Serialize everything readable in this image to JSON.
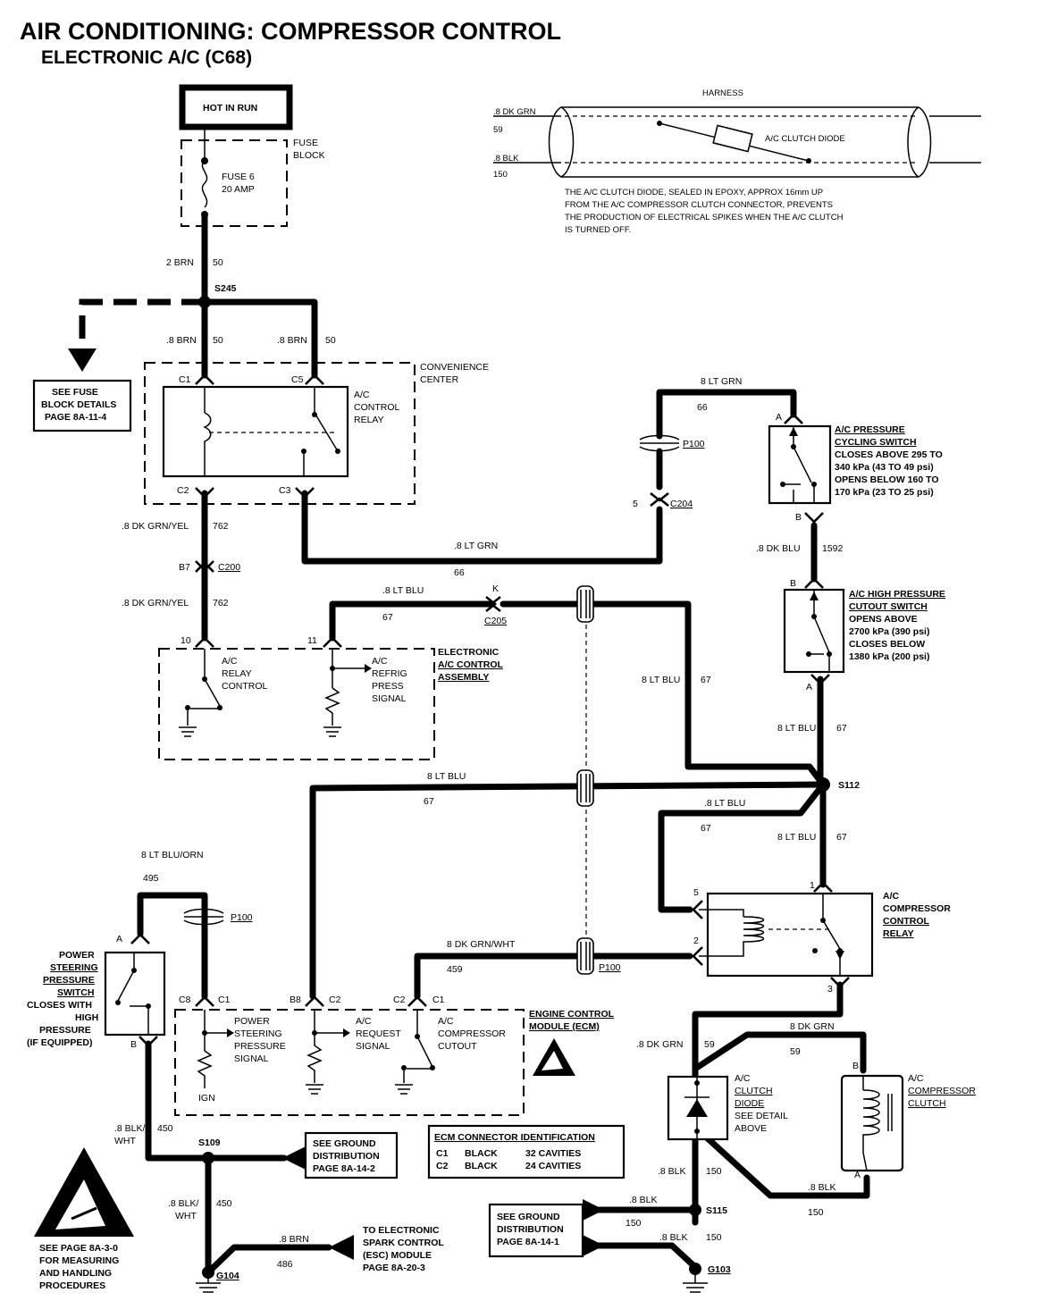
{
  "header": {
    "title": "AIR CONDITIONING:  COMPRESSOR CONTROL",
    "subtitle": "ELECTRONIC A/C (C68)"
  },
  "detail": {
    "harness": "HARNESS",
    "wire1": ".8 DK GRN",
    "wire1_circuit": "59",
    "wire2": ".8 BLK",
    "wire2_circuit": "150",
    "diode": "A/C CLUTCH DIODE",
    "note_lines": [
      "THE A/C CLUTCH DIODE, SEALED IN EPOXY, APPROX 16mm UP",
      "FROM THE A/C COMPRESSOR CLUTCH CONNECTOR, PREVENTS",
      "THE PRODUCTION OF ELECTRICAL SPIKES WHEN THE A/C CLUTCH",
      "IS TURNED OFF."
    ]
  },
  "power": {
    "hot": "HOT IN RUN",
    "fuse_block": [
      "FUSE",
      "BLOCK"
    ],
    "fuse": [
      "FUSE 6",
      "20 AMP"
    ]
  },
  "see_boxes": {
    "fuse_details": [
      "SEE FUSE",
      "BLOCK DETAILS",
      "PAGE 8A-11-4"
    ],
    "ground_1": [
      "SEE GROUND",
      "DISTRIBUTION",
      "PAGE 8A-14-2"
    ],
    "ground_2": [
      "SEE GROUND",
      "DISTRIBUTION",
      "PAGE 8A-14-1"
    ],
    "esc": [
      "TO ELECTRONIC",
      "SPARK CONTROL",
      "(ESC) MODULE",
      "PAGE 8A-20-3"
    ],
    "esd": [
      "SEE PAGE 8A-3-0",
      "FOR MEASURING",
      "AND HANDLING",
      "PROCEDURES"
    ]
  },
  "components": {
    "convenience_center": [
      "CONVENIENCE",
      "CENTER"
    ],
    "ac_control_relay": [
      "A/C",
      "CONTROL",
      "RELAY"
    ],
    "electronic_ac_control": [
      "ELECTRONIC",
      "A/C CONTROL",
      "ASSEMBLY"
    ],
    "relay_control": [
      "A/C",
      "RELAY",
      "CONTROL"
    ],
    "refrig_press": [
      "A/C",
      "REFRIG",
      "PRESS",
      "SIGNAL"
    ],
    "pressure_cycling": [
      "A/C PRESSURE",
      "CYCLING SWITCH",
      "CLOSES ABOVE 295 TO",
      "340 kPa (43 TO 49 psi)",
      "OPENS BELOW 160 TO",
      "170 kPa (23 TO 25 psi)"
    ],
    "high_pressure": [
      "A/C HIGH PRESSURE",
      "CUTOUT SWITCH",
      "OPENS ABOVE",
      "2700 kPa (390 psi)",
      "CLOSES BELOW",
      "1380 kPa (200 psi)"
    ],
    "compressor_relay": [
      "A/C",
      "COMPRESSOR",
      "CONTROL",
      "RELAY"
    ],
    "ps_switch": [
      "POWER",
      "STEERING",
      "PRESSURE",
      "SWITCH",
      "CLOSES WITH",
      "HIGH",
      "PRESSURE",
      "(IF EQUIPPED)"
    ],
    "ecm": [
      "ENGINE CONTROL",
      "MODULE (ECM)"
    ],
    "ecm_ps": [
      "POWER",
      "STEERING",
      "PRESSURE",
      "SIGNAL"
    ],
    "ecm_req": [
      "A/C",
      "REQUEST",
      "SIGNAL"
    ],
    "ecm_cut": [
      "A/C",
      "COMPRESSOR",
      "CUTOUT"
    ],
    "ign": "IGN",
    "clutch_diode": [
      "A/C",
      "CLUTCH",
      "DIODE",
      "SEE DETAIL",
      "ABOVE"
    ],
    "compressor_clutch": [
      "A/C",
      "COMPRESSOR",
      "CLUTCH"
    ]
  },
  "ecm_id": {
    "title": "ECM CONNECTOR IDENTIFICATION",
    "rows": [
      {
        "pin": "C1",
        "color": "BLACK",
        "cavities": "32 CAVITIES"
      },
      {
        "pin": "C2",
        "color": "BLACK",
        "cavities": "24 CAVITIES"
      }
    ]
  },
  "wires": {
    "brn2": "2 BRN",
    "c50": "50",
    "brn8": ".8 BRN",
    "dkgrnyel": ".8 DK GRN/YEL",
    "c762": "762",
    "ltgrn8": ".8 LT GRN",
    "c66": "66",
    "ltgrn8b": "8 LT GRN",
    "ltblu8": ".8 LT BLU",
    "ltblu8b": "8 LT BLU",
    "c67": "67",
    "dkblu": ".8 DK BLU",
    "c1592": "1592",
    "ltbluorn": "8 LT BLU/ORN",
    "c495": "495",
    "dkgrnwht": "8 DK GRN/WHT",
    "c459": "459",
    "blkwht": ".8 BLK/",
    "wht": "WHT",
    "c450": "450",
    "c486": "486",
    "dkgrn": ".8 DK GRN",
    "dkgrnb": "8 DK GRN",
    "c59": "59",
    "blk": ".8 BLK",
    "c150": "150"
  },
  "conn": {
    "s245": "S245",
    "s112": "S112",
    "s109": "S109",
    "s115": "S115",
    "g104": "G104",
    "g103": "G103",
    "p100": "P100",
    "c204": "C204",
    "c200": "C200",
    "c205": "C205",
    "c1": "C1",
    "c2": "C2",
    "c3": "C3",
    "c5": "C5",
    "c8": "C8",
    "b7": "B7",
    "b8": "B8",
    "p5": "5",
    "pk": "K",
    "p10": "10",
    "p11": "11",
    "pa": "A",
    "pb": "B",
    "p1": "1",
    "p2": "2",
    "p3": "3"
  }
}
